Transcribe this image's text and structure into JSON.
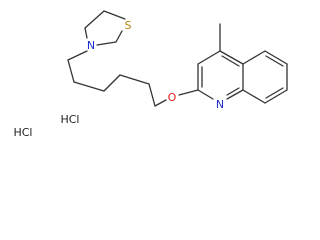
{
  "molecule": {
    "atoms": {
      "sulfur": "S",
      "thiazolidine_nitrogen": "N",
      "ether_oxygen": "O",
      "quinoline_nitrogen": "N"
    },
    "salts": [
      "HCl",
      "HCl"
    ]
  },
  "colors": {
    "bond": "#333333",
    "sulfur": "#b8860b",
    "nitrogen": "#1f2fd0",
    "oxygen": "#e0201a",
    "salt": "#1f1f1f"
  }
}
